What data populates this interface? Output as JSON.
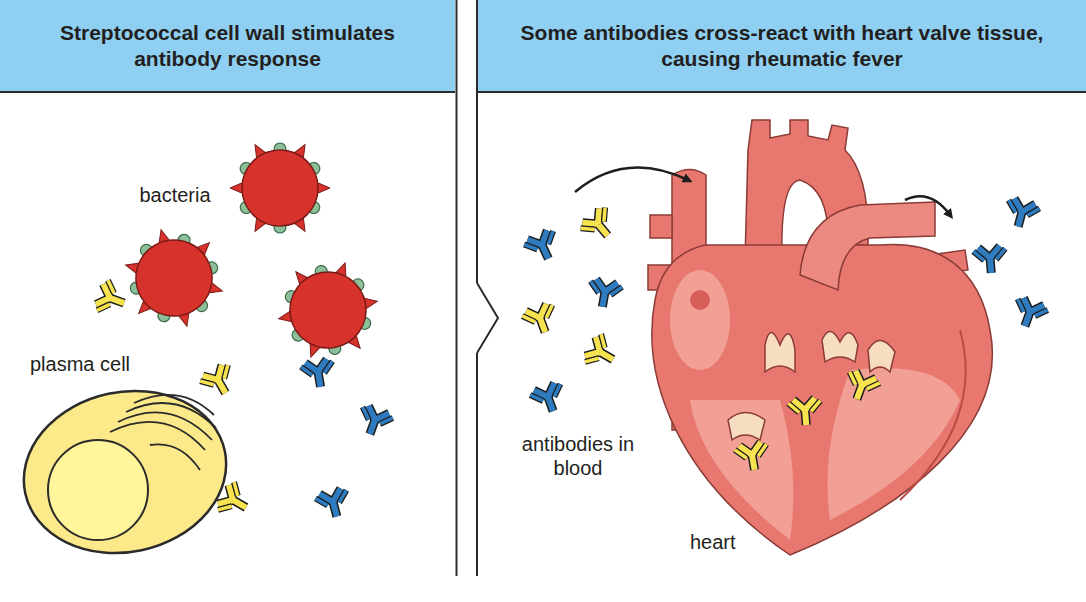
{
  "diagram": {
    "nodes": [
      {
        "text": [
          "Streptococcal cell wall stimulates antibody response"
        ]
      },
      {
        "text": [
          "Some antibodies cross-react with heart valve tissue, causing rheumatic fever"
        ]
      }
    ],
    "labels": [
      "bacteria",
      "plasma cell",
      "antibodies in blood",
      "heart"
    ]
  }
}
